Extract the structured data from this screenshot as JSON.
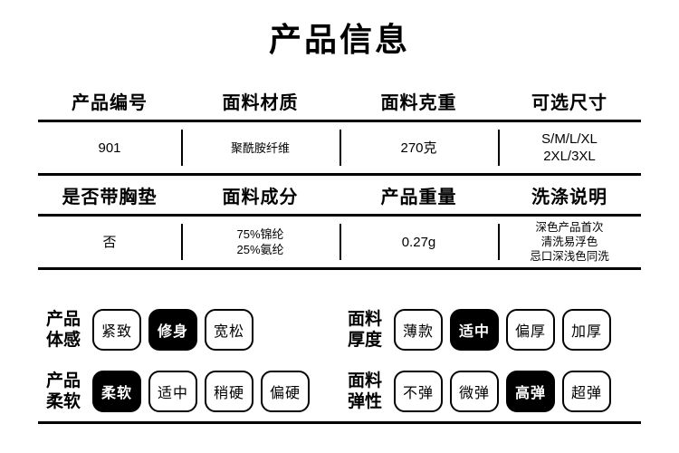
{
  "page": {
    "title": "产品信息",
    "accent_color": "#000000",
    "background_color": "#ffffff"
  },
  "table": {
    "groups": [
      {
        "headers": [
          "产品编号",
          "面料材质",
          "面料克重",
          "可选尺寸"
        ],
        "values": [
          "901",
          "聚酰胺纤维",
          "270克",
          "S/M/L/XL\n2XL/3XL"
        ]
      },
      {
        "headers": [
          "是否带胸垫",
          "面料成分",
          "产品重量",
          "洗涤说明"
        ],
        "values": [
          "否",
          "75%锦纶\n25%氨纶",
          "0.27g",
          "深色产品首次\n清洗易浮色\n忌口深浅色同洗"
        ]
      }
    ]
  },
  "attributes": {
    "rows": [
      {
        "left": {
          "label": "产品\n体感",
          "options": [
            "紧致",
            "修身",
            "宽松"
          ],
          "selected": "修身"
        },
        "right": {
          "label": "面料\n厚度",
          "options": [
            "薄款",
            "适中",
            "偏厚",
            "加厚"
          ],
          "selected": "适中"
        }
      },
      {
        "left": {
          "label": "产品\n柔软",
          "options": [
            "柔软",
            "适中",
            "稍硬",
            "偏硬"
          ],
          "selected": "柔软"
        },
        "right": {
          "label": "面料\n弹性",
          "options": [
            "不弹",
            "微弹",
            "高弹",
            "超弹"
          ],
          "selected": "高弹"
        }
      }
    ]
  }
}
